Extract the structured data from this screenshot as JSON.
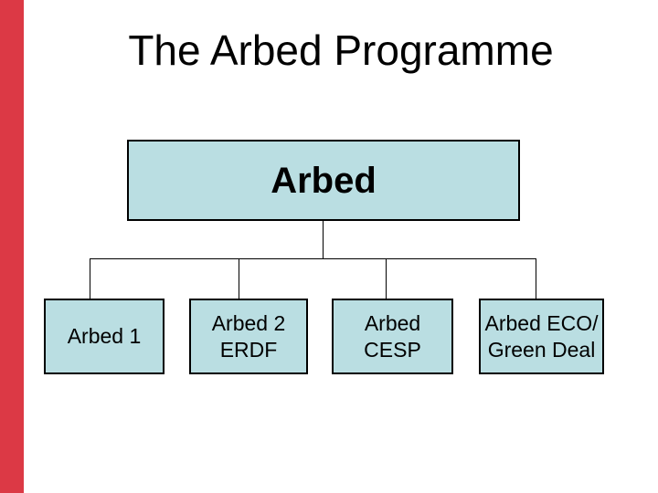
{
  "colors": {
    "accent_bar": "#DC3945",
    "box_fill": "#BADEE2",
    "box_border": "#000000",
    "text": "#000000",
    "background": "#FFFFFF"
  },
  "slide": {
    "title": "The Arbed Programme"
  },
  "diagram": {
    "type": "org-chart",
    "root": {
      "label": "Arbed"
    },
    "children": [
      {
        "label": "Arbed 1",
        "lines": [
          "Arbed 1"
        ]
      },
      {
        "label": "Arbed 2 ERDF",
        "lines": [
          "Arbed 2",
          "ERDF"
        ]
      },
      {
        "label": "Arbed CESP",
        "lines": [
          "Arbed",
          "CESP"
        ]
      },
      {
        "label": "Arbed ECO/ Green Deal",
        "lines": [
          "Arbed ECO/",
          "Green Deal"
        ]
      }
    ]
  }
}
